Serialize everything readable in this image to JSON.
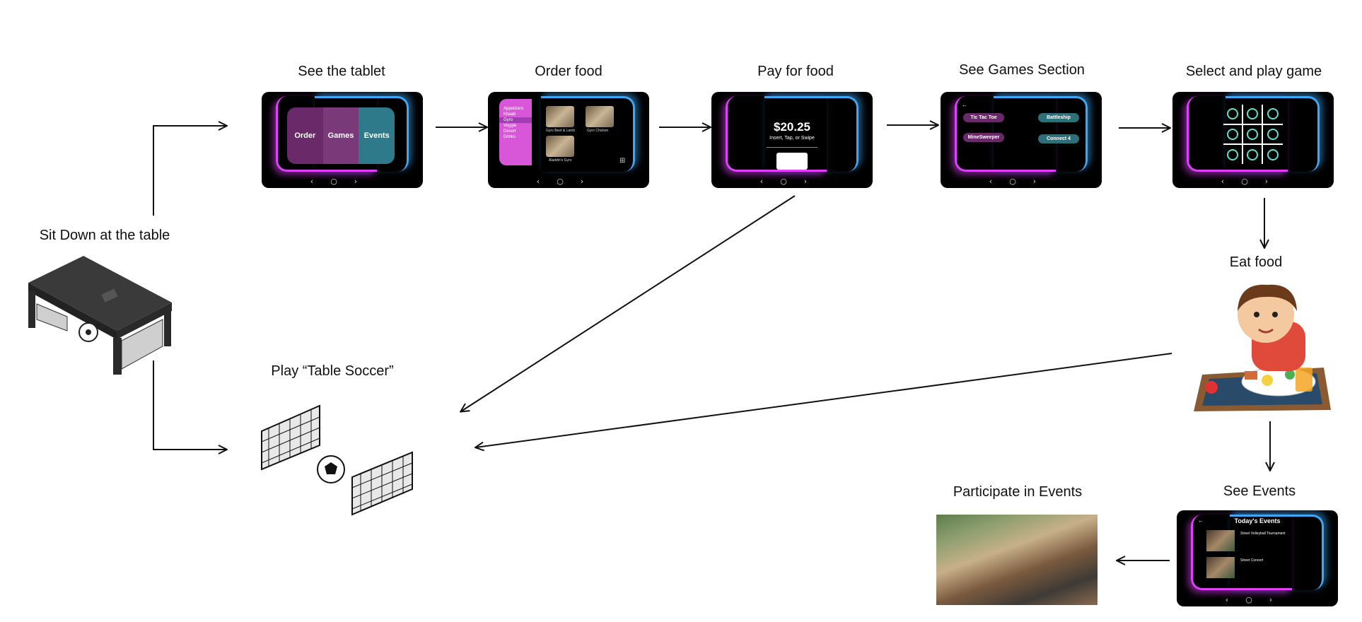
{
  "steps": {
    "sit": "Sit Down at the table",
    "tablet": "See the tablet",
    "order": "Order food",
    "pay": "Pay for food",
    "games": "See Games Section",
    "select": "Select and play game",
    "eat": "Eat food",
    "events": "See Events",
    "participate": "Participate in Events",
    "soccer": "Play “Table Soccer”"
  },
  "home_tablet": {
    "order": "Order",
    "games": "Games",
    "events": "Events"
  },
  "order_tablet": {
    "menu": [
      "Appetizers",
      "Kbaab",
      "Gyro",
      "Veggie",
      "Desert",
      "Drinks"
    ],
    "items": [
      "Gyro Beef & Lamb",
      "Gyro Chicken",
      "Aladdin's Gyro"
    ]
  },
  "pay_tablet": {
    "amount": "$20.25",
    "instruction": "Insert, Tap, or Swipe"
  },
  "games_tablet": {
    "games": [
      "Tic Tac Toe",
      "Battleship",
      "MineSweeper",
      "Connect 4"
    ]
  },
  "events_tablet": {
    "title": "Today's Events",
    "events": [
      {
        "name": "Street Volleyball Tournament"
      },
      {
        "name": "Street Concert"
      }
    ]
  },
  "nav": {
    "back": "‹",
    "home": "○",
    "forward": "›"
  },
  "colors": {
    "pink_glow": "#e040fb",
    "blue_glow": "#42a5f5",
    "order": "#6a2a6a",
    "games": "#7a3a7a",
    "events": "#2f7a8a",
    "pill_purple": "#6a2a6a",
    "pill_teal": "#2f6f7a"
  }
}
